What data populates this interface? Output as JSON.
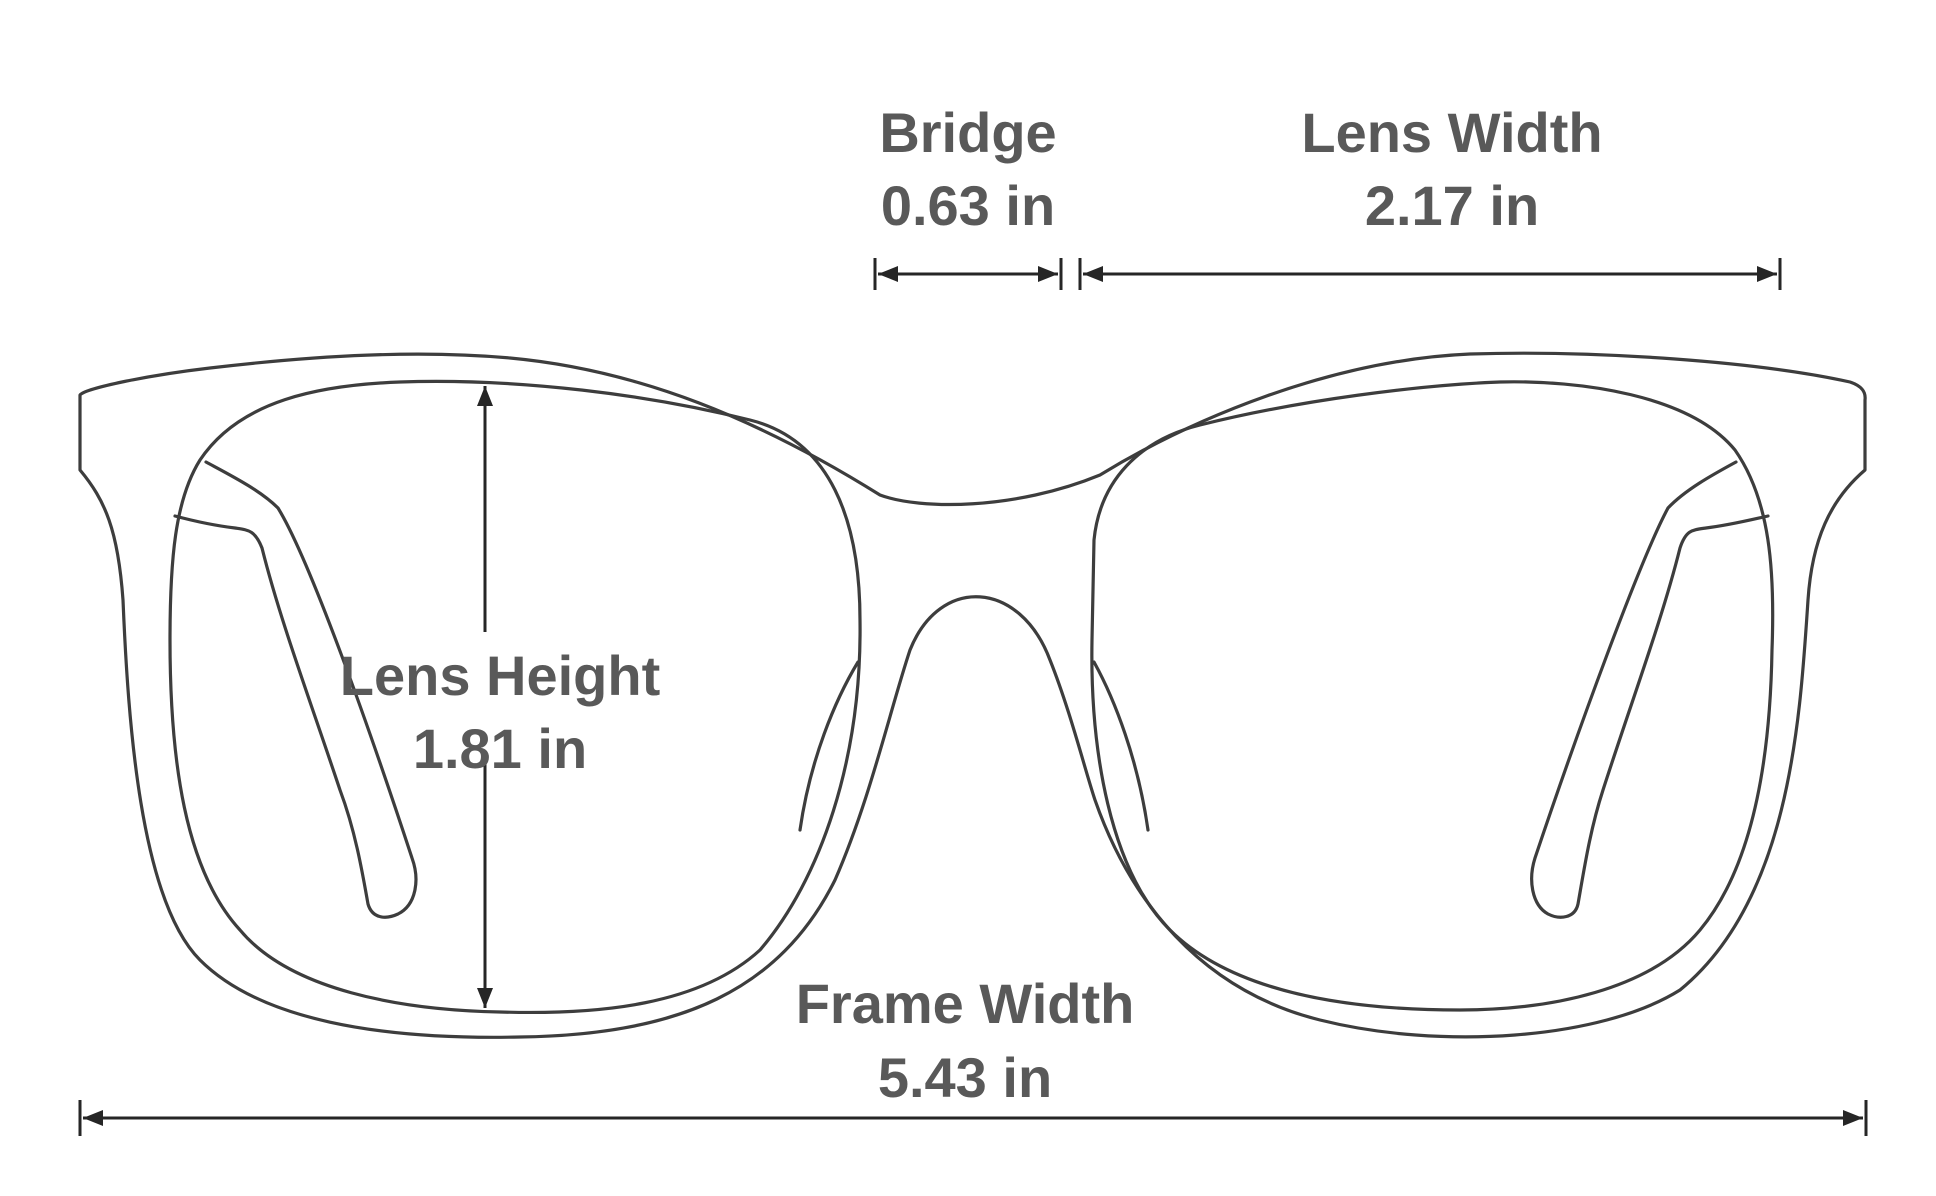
{
  "measurements": {
    "bridge": {
      "label": "Bridge",
      "value": "0.63 in"
    },
    "lens_width": {
      "label": "Lens Width",
      "value": "2.17 in"
    },
    "lens_height": {
      "label": "Lens Height",
      "value": "1.81 in"
    },
    "frame_width": {
      "label": "Frame Width",
      "value": "5.43 in"
    }
  },
  "colors": {
    "label_text": "#595959",
    "frame_outline": "#3d3d3d",
    "dimension_lines": "#262626",
    "background": "#ffffff"
  }
}
